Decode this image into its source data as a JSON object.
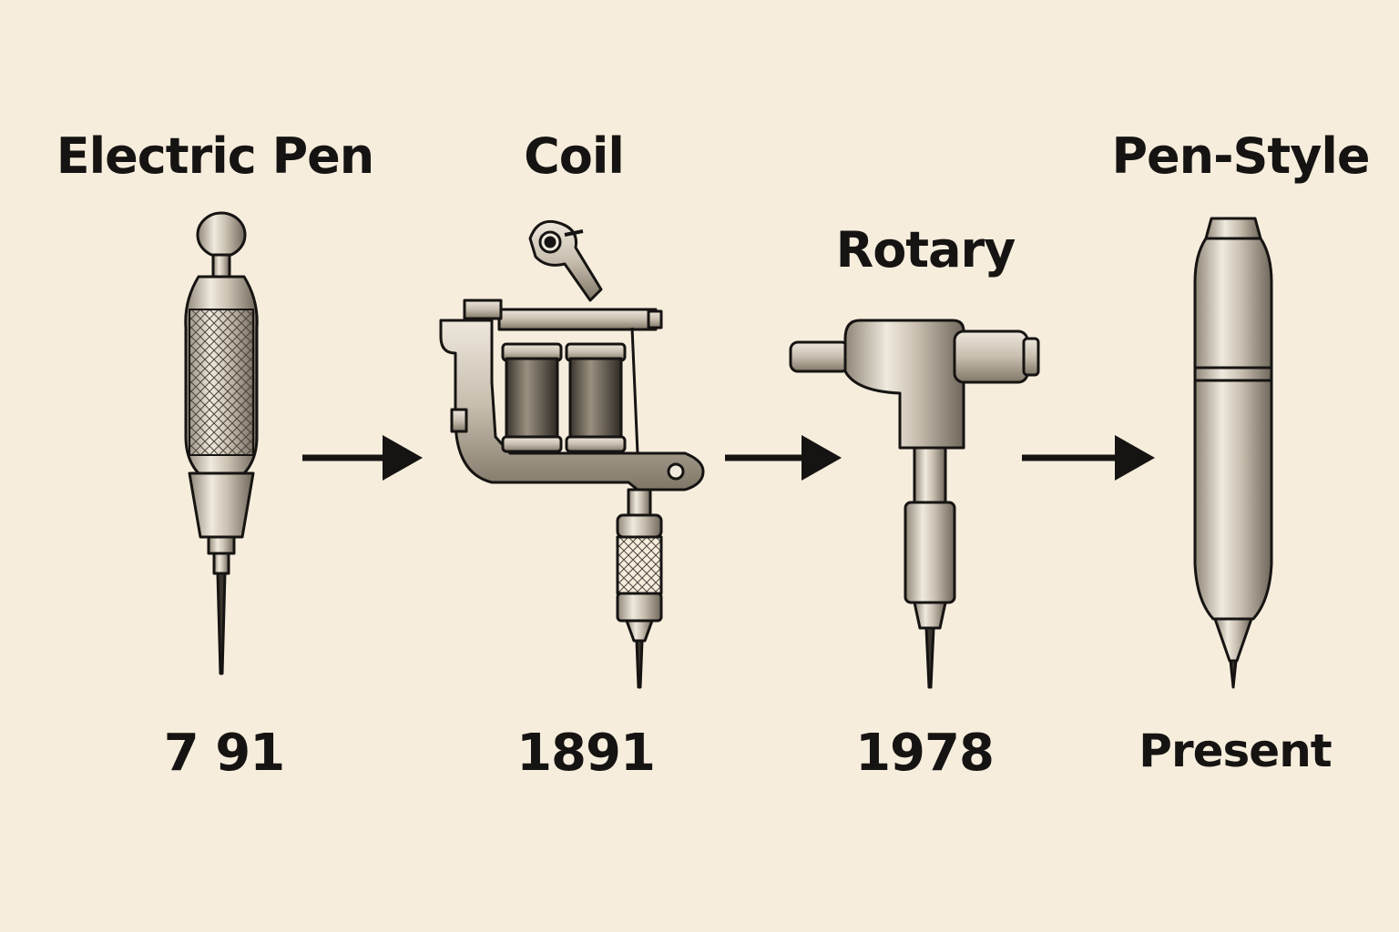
{
  "stages": [
    {
      "name": "Electric Pen",
      "year": "7 91",
      "icon": "electric-pen-icon"
    },
    {
      "name": "Coil",
      "year": "1891",
      "icon": "coil-machine-icon"
    },
    {
      "name": "Rotary",
      "year": "1978",
      "icon": "rotary-machine-icon"
    },
    {
      "name": "Pen-Style",
      "year": "Present",
      "icon": "pen-style-machine-icon"
    }
  ],
  "colors": {
    "background": "#f6eddd",
    "ink": "#161412",
    "metal": "#d8d0c2",
    "metal_dark": "#8a8070"
  }
}
